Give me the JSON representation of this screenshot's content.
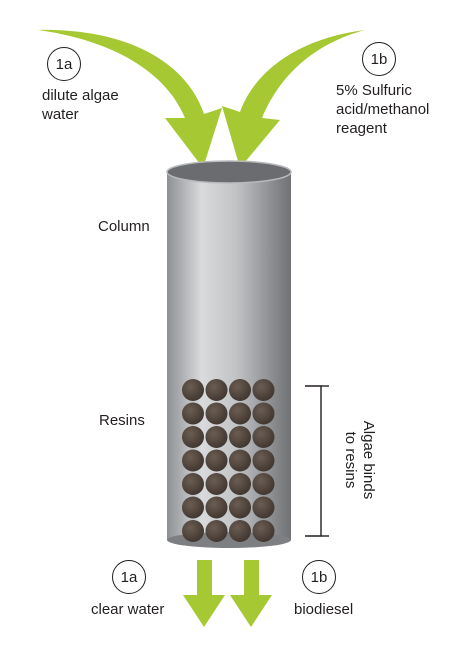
{
  "inputs": {
    "a": {
      "badge": "1a",
      "label_line1": "dilute algae",
      "label_line2": "water"
    },
    "b": {
      "badge": "1b",
      "label_line1": "5% Sulfuric",
      "label_line2": "acid/methanol",
      "label_line3": "reagent"
    }
  },
  "column_label": "Column",
  "resins_label": "Resins",
  "binding_label_line1": "Algae binds",
  "binding_label_line2": "to resins",
  "outputs": {
    "a": {
      "badge": "1a",
      "label": "clear water"
    },
    "b": {
      "badge": "1b",
      "label": "biodiesel"
    }
  },
  "resin_grid": {
    "rows": 7,
    "cols": 4
  },
  "colors": {
    "arrow": "#a6c832",
    "resin_bead": "#4a3f38",
    "column_light": "#d9dadc",
    "column_dark": "#6f7174",
    "text": "#231f20"
  }
}
